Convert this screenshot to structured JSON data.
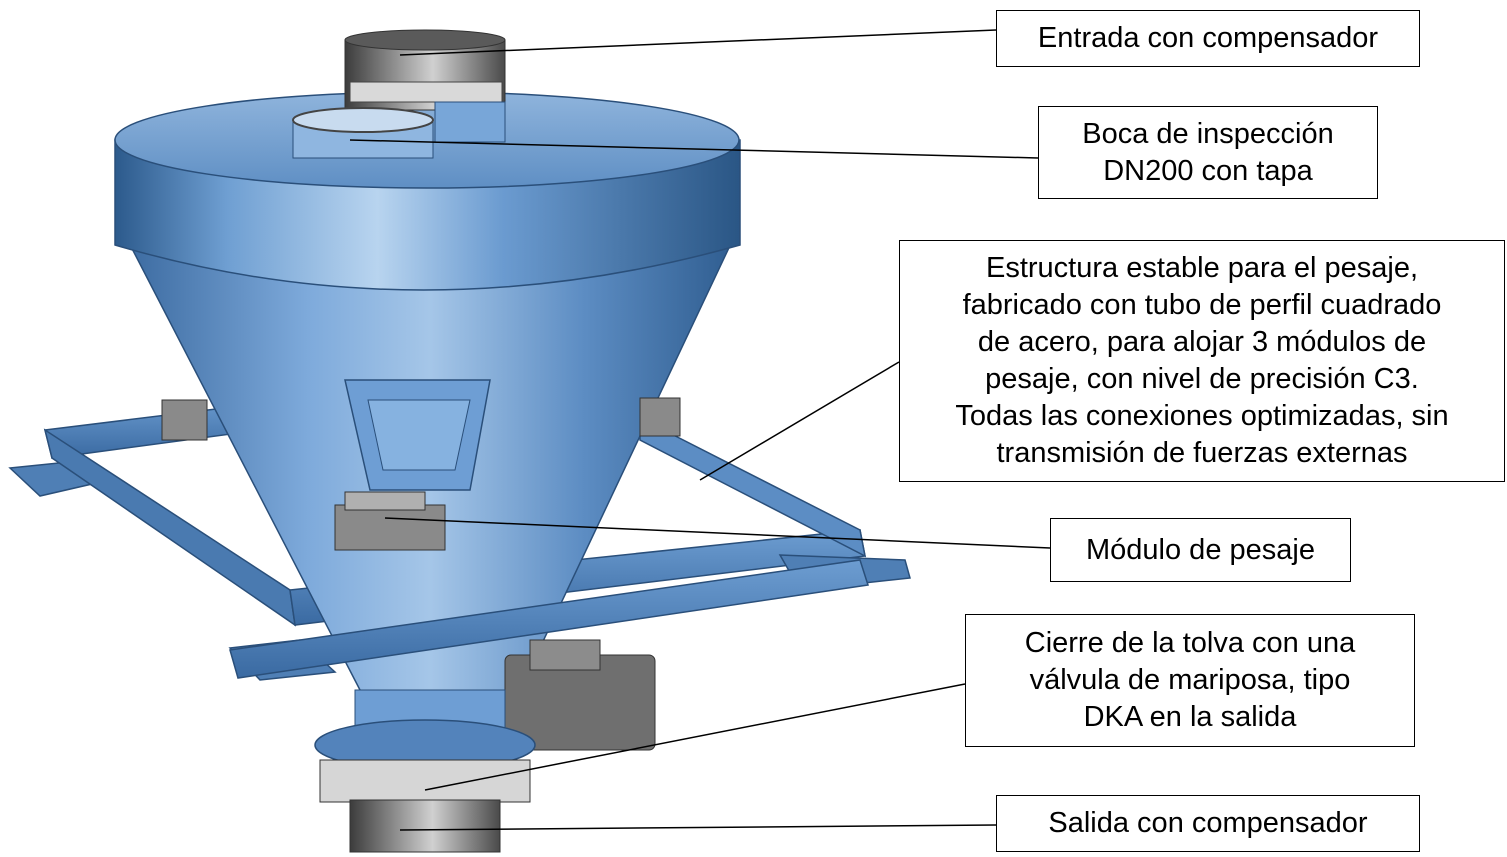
{
  "callouts": {
    "entrada": {
      "lines": [
        "Entrada con compensador"
      ]
    },
    "boca": {
      "lines": [
        "Boca de inspección",
        "DN200 con tapa"
      ]
    },
    "estructura": {
      "lines": [
        "Estructura estable para el pesaje,",
        "fabricado con tubo de perfil cuadrado",
        "de acero, para alojar 3 módulos de",
        "pesaje, con nivel de precisión C3.",
        "Todas las conexiones optimizadas, sin",
        "transmisión de fuerzas externas"
      ]
    },
    "modulo": {
      "lines": [
        "Módulo de pesaje"
      ]
    },
    "cierre": {
      "lines": [
        "Cierre de la tolva con una",
        "válvula de mariposa, tipo",
        "DKA en la salida"
      ]
    },
    "salida": {
      "lines": [
        "Salida con compensador"
      ]
    }
  },
  "colors": {
    "hopper_blue": "#5b8fc7",
    "hopper_dark": "#2f5f95",
    "hopper_light": "#a9c9ea",
    "steel": "#7f7f7f",
    "leader_line": "#000000"
  }
}
